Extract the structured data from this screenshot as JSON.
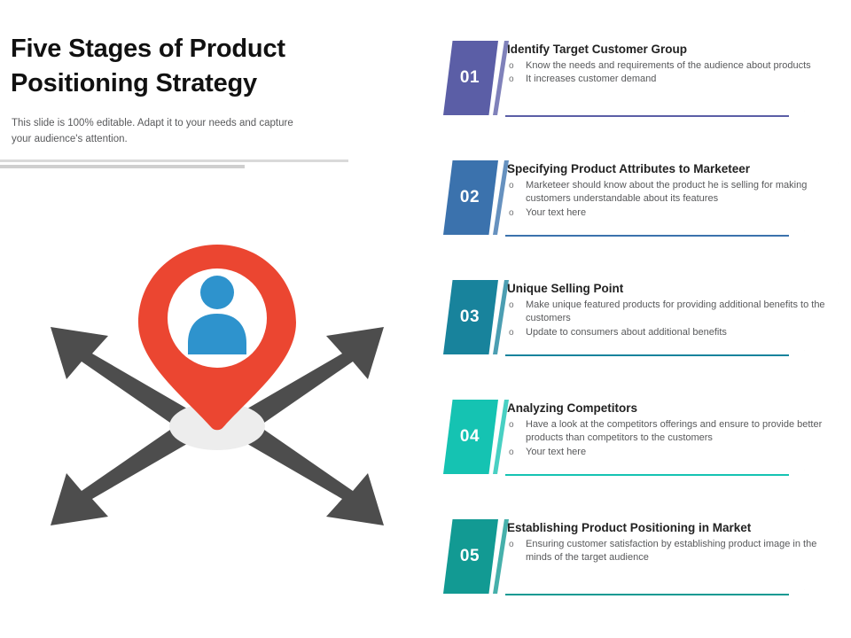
{
  "slide": {
    "title": "Five Stages of Product Positioning Strategy",
    "title_line1": "Five Stages of Product",
    "title_line2": "Positioning Strategy",
    "subtitle": "This slide is 100% editable. Adapt it to your needs and capture your audience's attention."
  },
  "illustration": {
    "pin_icon": "map-pin-person-icon",
    "pin_color": "#eb4631",
    "person_color": "#2e93cd",
    "base_ellipse_color": "#ededed",
    "arrow_color": "#4d4d4d",
    "arrow_count": 4,
    "arrow_directions": [
      "up-left",
      "up-right",
      "down-left",
      "down-right"
    ]
  },
  "stages": [
    {
      "number": "01",
      "heading": "Identify Target Customer Group",
      "color": "#5b5ea6",
      "bullets": [
        "Know the needs and requirements of the audience about products",
        "It increases customer demand"
      ]
    },
    {
      "number": "02",
      "heading": "Specifying Product Attributes to Marketeer",
      "color": "#3b72ad",
      "bullets": [
        "Marketeer should know about the product he is selling for making customers understandable about its features",
        "Your text here"
      ]
    },
    {
      "number": "03",
      "heading": "Unique Selling Point",
      "color": "#18839c",
      "bullets": [
        "Make unique featured products for providing additional benefits to the customers",
        "Update to consumers about additional benefits"
      ]
    },
    {
      "number": "04",
      "heading": "Analyzing Competitors",
      "color": "#15c3b2",
      "bullets": [
        "Have a look at the competitors offerings and ensure to provide better products than competitors to the customers",
        "Your text here"
      ]
    },
    {
      "number": "05",
      "heading": "Establishing Product Positioning in Market",
      "color": "#129a93",
      "bullets": [
        "Ensuring customer satisfaction by establishing product image in the minds of the target audience"
      ]
    }
  ]
}
